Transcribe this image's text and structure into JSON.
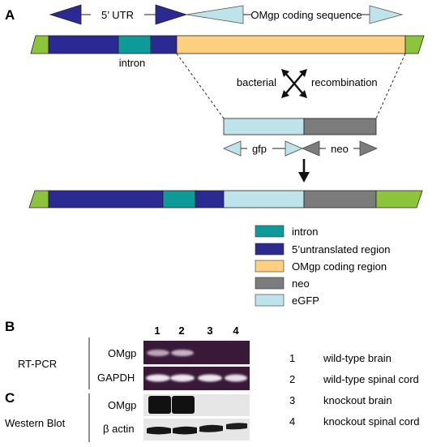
{
  "panel_a": {
    "label": "A",
    "utr_label": "5’ UTR",
    "coding_label": "OMgp coding sequence",
    "intron_label": "intron",
    "recombination_left": "bacterial",
    "recombination_right": "recombination",
    "gfp_label": "gfp",
    "neo_label": "neo"
  },
  "legend": {
    "items": [
      {
        "label": "intron",
        "color": "#0e9a98"
      },
      {
        "label": "5’untranslated region",
        "color": "#2b2a92"
      },
      {
        "label": "OMgp coding region",
        "color": "#fcd07e"
      },
      {
        "label": "neo",
        "color": "#7c7c7c"
      },
      {
        "label": "eGFP",
        "color": "#bfe3ea"
      }
    ]
  },
  "colors": {
    "utr": "#2b2a92",
    "intron": "#0e9a98",
    "coding": "#fcd07e",
    "neo": "#7c7c7c",
    "egfp": "#bfe3ea",
    "flank": "#8cc43c"
  },
  "panel_b": {
    "label": "B",
    "title": "RT-PCR",
    "lanes": [
      "1",
      "2",
      "3",
      "4"
    ],
    "rows": [
      "OMgp",
      "GAPDH"
    ]
  },
  "panel_c": {
    "label": "C",
    "title": "Western Blot",
    "rows": [
      "OMgp",
      "β actin"
    ]
  },
  "lane_key": [
    {
      "num": "1",
      "text": "wild-type brain"
    },
    {
      "num": "2",
      "text": "wild-type spinal cord"
    },
    {
      "num": "3",
      "text": "knockout brain"
    },
    {
      "num": "4",
      "text": "knockout spinal cord"
    }
  ]
}
